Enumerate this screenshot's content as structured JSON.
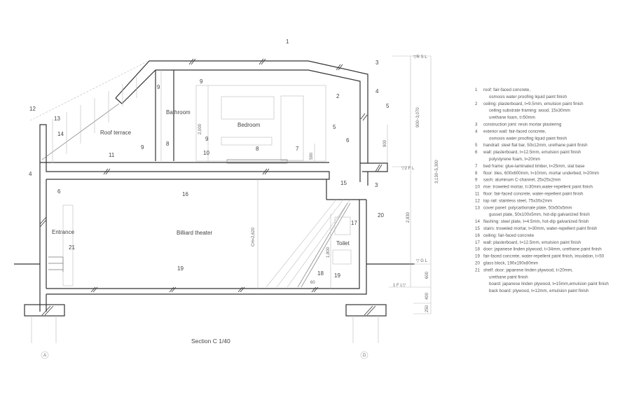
{
  "title": "Section C  1/40",
  "rooms": {
    "roof_terrace": "Roof terrace",
    "bathroom": "Bathroom",
    "bedroom": "Bedroom",
    "entrance": "Entrance",
    "billiard": "Billiard theater",
    "toilet": "Toilet"
  },
  "callouts": [
    "1",
    "2",
    "3",
    "4",
    "5",
    "9",
    "9",
    "12",
    "13",
    "14",
    "9",
    "8",
    "9",
    "10",
    "11",
    "5",
    "6",
    "7",
    "8",
    "4",
    "6",
    "16",
    "15",
    "3",
    "17",
    "20",
    "21",
    "19",
    "18",
    "19"
  ],
  "dimensions": {
    "d2000": "2,000",
    "d590": "590",
    "ch": "CH=2,620",
    "d1800": "1,800",
    "d60": "60",
    "d900_3070": "900~3,070",
    "d3130_5300": "3,130~5,300",
    "d900": "900",
    "d2830": "2,830",
    "d600": "600",
    "d400": "400",
    "d250": "250"
  },
  "levels": {
    "rsl": "▽R S L",
    "fl2": "▽2 F L",
    "gl": "▽ G L",
    "fl1": "1 F L▽"
  },
  "grid": {
    "a": "A",
    "d": "D"
  },
  "legend": [
    {
      "n": "1",
      "lines": [
        "roof: fair-faced concrete,",
        "osmosis water proofing liquid paint finish"
      ]
    },
    {
      "n": "2",
      "lines": [
        "ceiling: plasterboard, t=9.5mm, emulsion paint finish",
        "ceiling substrate framing: wood, 15x30mm",
        "urethane foam, t=50mm"
      ]
    },
    {
      "n": "3",
      "lines": [
        "construction joint: resin mortar plastering"
      ]
    },
    {
      "n": "4",
      "lines": [
        "exterior wall: fair-faced concrete,",
        "osmosis water proofing liquid paint finish"
      ]
    },
    {
      "n": "5",
      "lines": [
        "handrail: steel flat bar, 50x12mm, urethane paint finish"
      ]
    },
    {
      "n": "6",
      "lines": [
        "wall: plasterboard, t=12.5mm, emulsion paint finish",
        "polystyrene foam, t=20mm"
      ]
    },
    {
      "n": "7",
      "lines": [
        "bed frame: glue-laminated timber, t=25mm, slat base"
      ]
    },
    {
      "n": "8",
      "lines": [
        "floor: tiles, 600x600mm, t=10mm, mortar underbed, t=20mm"
      ]
    },
    {
      "n": "9",
      "lines": [
        "sash: aluminum C-channel, 25x25x2mm"
      ]
    },
    {
      "n": "10",
      "lines": [
        "rise: troweled mortar, t=30mm,water-repellent paint finish"
      ]
    },
    {
      "n": "11",
      "lines": [
        "floor: fair-faced concrete, water-repellent paint finish"
      ]
    },
    {
      "n": "12",
      "lines": [
        "top rail: stainless steel, 75x30x2mm"
      ]
    },
    {
      "n": "13",
      "lines": [
        "cover panel: polycarbonate plate, 50x50x5mm",
        "gusset plate, 50x100x5mm, hot-dip galvanized finish"
      ]
    },
    {
      "n": "14",
      "lines": [
        "flashing: steel plate, t=4.5mm, hot-dip galvanized finish"
      ]
    },
    {
      "n": "15",
      "lines": [
        "stairs: troweled mortar, t=30mm, water-repellent paint finish"
      ]
    },
    {
      "n": "16",
      "lines": [
        "ceiling: fair-faced concrete"
      ]
    },
    {
      "n": "17",
      "lines": [
        "wall: plasterboard, t=12.5mm, emulsion paint finish"
      ]
    },
    {
      "n": "18",
      "lines": [
        "door: japanese linden plywood, t=34mm, urethane paint finish"
      ]
    },
    {
      "n": "19",
      "lines": [
        "fair-faced concrete, water-repellent paint finish, insulation, t=50"
      ]
    },
    {
      "n": "20",
      "lines": [
        "glass block, 190x190x80mm"
      ]
    },
    {
      "n": "21",
      "lines": [
        "shelf: door: japanese linden plywood, t=20mm,",
        "urethane paint finish",
        "board: japanese linden plywood, t=15mm,emulsion paint finish",
        "back board: plywood, t=12mm, emulsion paint finish"
      ]
    }
  ]
}
